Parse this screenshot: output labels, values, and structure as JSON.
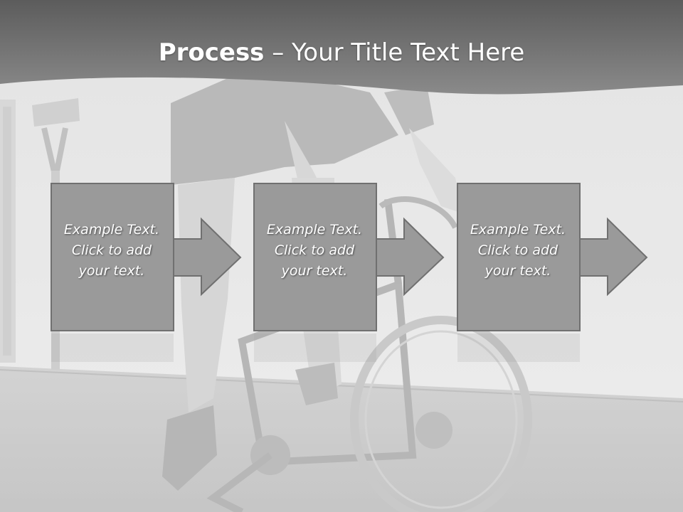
{
  "slide": {
    "title_bold": "Process",
    "title_rest": " – Your Title Text Here"
  },
  "steps": [
    {
      "lines": [
        "Example Text.",
        "Click  to add",
        "your text."
      ]
    },
    {
      "lines": [
        "Example Text.",
        "Click  to add",
        "your text."
      ]
    },
    {
      "lines": [
        "Example Text.",
        "Click  to add",
        "your text."
      ]
    }
  ],
  "colors": {
    "header_band": "#6f6f6f",
    "box_fill": "#9a9a9a",
    "box_stroke": "#707070",
    "text": "#ffffff"
  }
}
